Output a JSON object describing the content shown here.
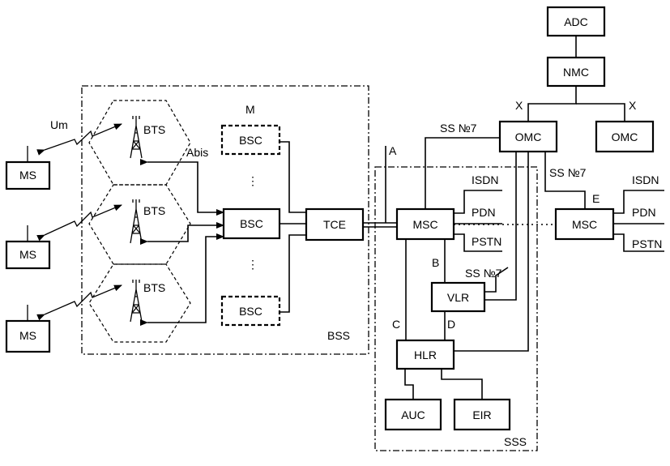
{
  "nodes": {
    "adc": "ADC",
    "nmc": "NMC",
    "omc_main": "OMC",
    "omc_right": "OMC",
    "ms1": "MS",
    "ms2": "MS",
    "ms3": "MS",
    "bts1": "BTS",
    "bts2": "BTS",
    "bts3": "BTS",
    "bsc_top": "BSC",
    "bsc_main": "BSC",
    "bsc_bottom": "BSC",
    "tce": "TCE",
    "msc_main": "MSC",
    "msc_right": "MSC",
    "vlr": "VLR",
    "hlr": "HLR",
    "auc": "AUC",
    "eir": "EIR"
  },
  "networks": {
    "isdn_1": "ISDN",
    "pdn_1": "PDN",
    "pstn_1": "PSTN",
    "isdn_2": "ISDN",
    "pdn_2": "PDN",
    "pstn_2": "PSTN"
  },
  "interfaces": {
    "um": "Um",
    "abis": "Abis",
    "a": "A",
    "b": "B",
    "c": "C",
    "d": "D",
    "e": "E",
    "x_left": "X",
    "x_right": "X",
    "ss7_top": "SS №7",
    "ss7_right": "SS №7",
    "ss7_vlr": "SS №7",
    "m": "M",
    "ellipsis_top": "⋮",
    "ellipsis_bottom": "⋮"
  },
  "regions": {
    "bss": "BSS",
    "sss": "SSS"
  }
}
